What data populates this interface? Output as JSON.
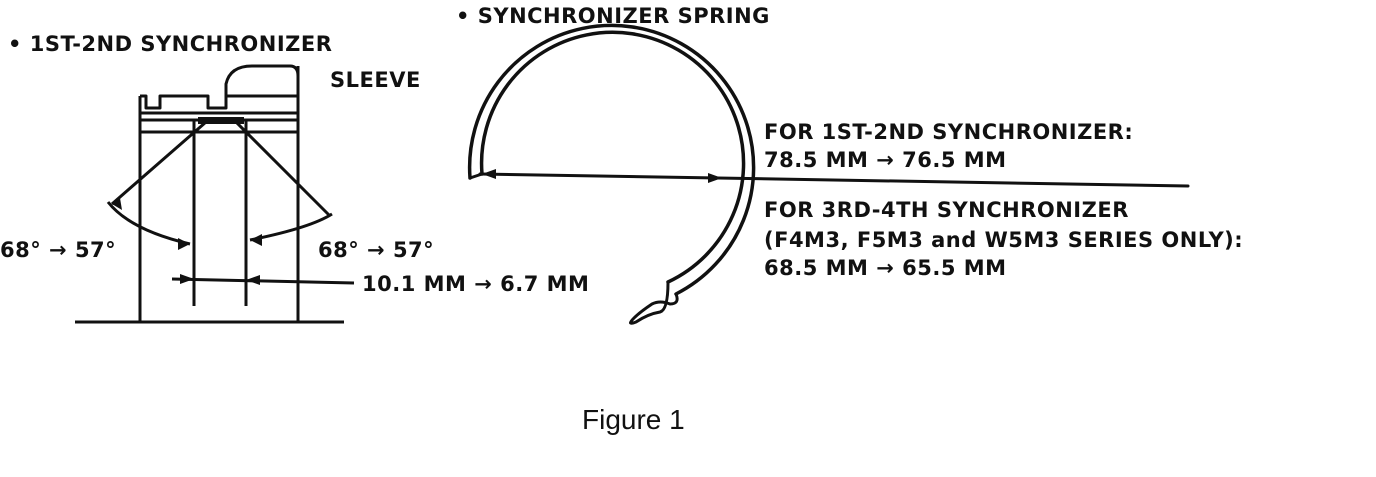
{
  "labels": {
    "synchronizer_1_2": "• 1ST-2ND SYNCHRONIZER",
    "sleeve": "SLEEVE",
    "synchronizer_spring": "• SYNCHRONIZER SPRING",
    "angle_left": "68° → 57°",
    "angle_right": "68° → 57°",
    "width_measure": "10.1 MM → 6.7 MM",
    "for_1_2_title": "FOR 1ST-2ND SYNCHRONIZER:",
    "for_1_2_value": "78.5 MM → 76.5 MM",
    "for_3_4_title": "FOR 3RD-4TH SYNCHRONIZER",
    "for_3_4_series": "(F4M3, F5M3 and W5M3 SERIES ONLY):",
    "for_3_4_value": "68.5 MM → 65.5 MM"
  },
  "caption": "Figure 1",
  "colors": {
    "ink": "#111111",
    "background": "#ffffff"
  }
}
